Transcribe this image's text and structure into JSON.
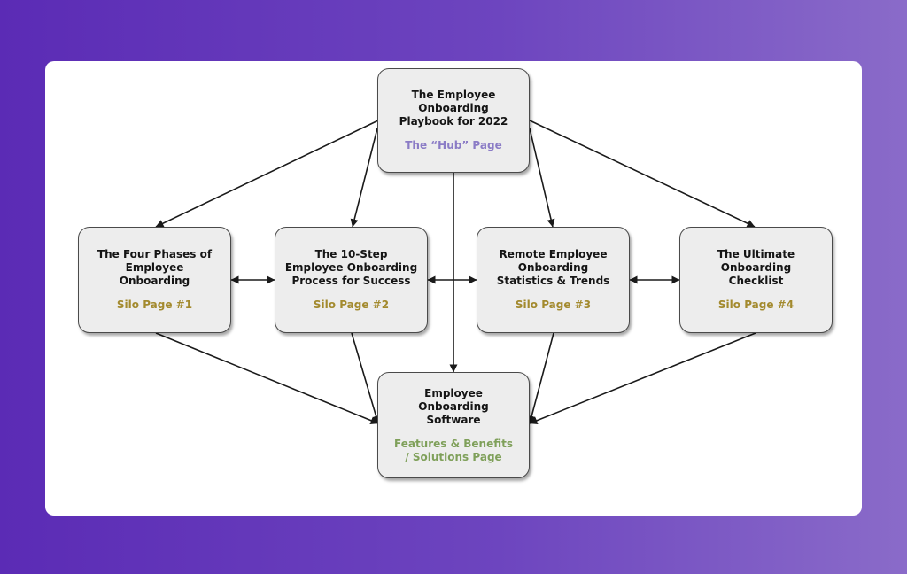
{
  "diagram": {
    "hub": {
      "title": "The Employee Onboarding Playbook for 2022",
      "subtitle": "The “Hub” Page"
    },
    "silos": [
      {
        "title": "The Four Phases of Employee Onboarding",
        "subtitle": "Silo Page #1"
      },
      {
        "title": "The 10-Step Employee Onboarding Process for Success",
        "subtitle": "Silo Page #2"
      },
      {
        "title": "Remote Employee Onboarding Statistics & Trends",
        "subtitle": "Silo Page #3"
      },
      {
        "title": "The Ultimate Onboarding Checklist",
        "subtitle": "Silo Page #4"
      }
    ],
    "product": {
      "title": "Employee Onboarding Software",
      "subtitle": "Features & Benefits / Solutions Page"
    },
    "colors": {
      "background_start": "#5b2bb5",
      "background_end": "#8a6bc9",
      "card": "#ffffff",
      "node_fill": "#ededed",
      "hub_subtitle": "#8b7cc6",
      "silo_subtitle": "#a38a2e",
      "product_subtitle": "#7fa05a",
      "arrow": "#1a1a1a"
    },
    "edges": [
      {
        "from": "hub",
        "to": "silo-1",
        "direction": "forward"
      },
      {
        "from": "hub",
        "to": "silo-2",
        "direction": "forward"
      },
      {
        "from": "hub",
        "to": "silo-3",
        "direction": "forward"
      },
      {
        "from": "hub",
        "to": "silo-4",
        "direction": "forward"
      },
      {
        "from": "hub",
        "to": "product",
        "direction": "forward"
      },
      {
        "from": "silo-1",
        "to": "silo-2",
        "direction": "both"
      },
      {
        "from": "silo-2",
        "to": "silo-3",
        "direction": "both"
      },
      {
        "from": "silo-3",
        "to": "silo-4",
        "direction": "both"
      },
      {
        "from": "silo-1",
        "to": "product",
        "direction": "forward"
      },
      {
        "from": "silo-2",
        "to": "product",
        "direction": "forward"
      },
      {
        "from": "silo-3",
        "to": "product",
        "direction": "forward"
      },
      {
        "from": "silo-4",
        "to": "product",
        "direction": "forward"
      }
    ]
  }
}
